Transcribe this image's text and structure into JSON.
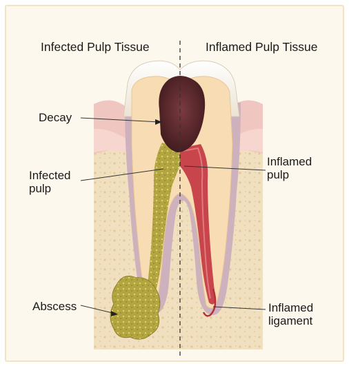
{
  "titles": {
    "left": "Infected Pulp Tissue",
    "right": "Inflamed Pulp Tissue"
  },
  "labels": {
    "decay": "Decay",
    "infected_pulp_line1": "Infected",
    "infected_pulp_line2": "pulp",
    "abscess": "Abscess",
    "inflamed_pulp_line1": "Inflamed",
    "inflamed_pulp_line2": "pulp",
    "inflamed_ligament_line1": "Inflamed",
    "inflamed_ligament_line2": "ligament"
  },
  "colors": {
    "background": "#fdf8ee",
    "border": "#f3e3c2",
    "bone": "#f1e0bf",
    "gum": "#f0c7c0",
    "enamel": "#faf7f1",
    "dentin": "#f7dcb4",
    "decay": "#5a2a2e",
    "infected_pulp": "#b7aa46",
    "inflamed_pulp": "#c8454b",
    "ligament": "#c9a6b4"
  }
}
